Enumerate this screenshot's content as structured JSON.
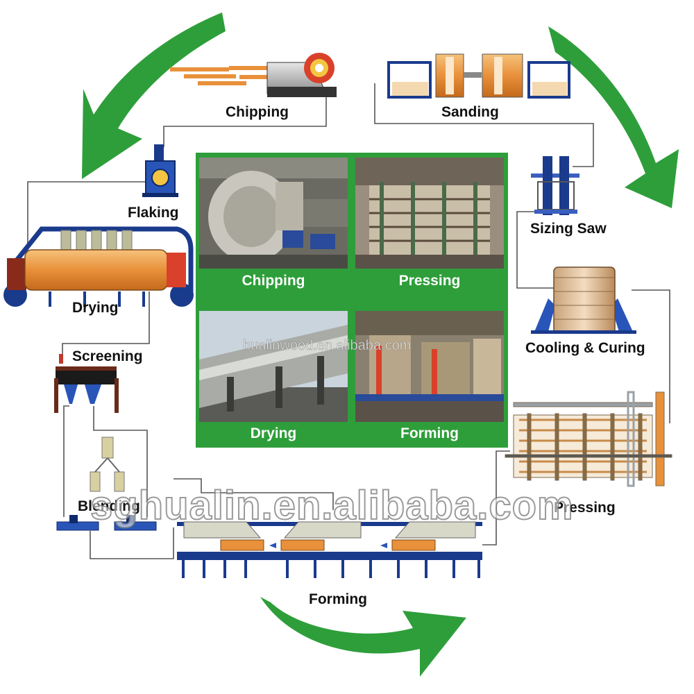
{
  "steps": {
    "chipping": "Chipping",
    "sanding": "Sanding",
    "flaking": "Flaking",
    "sizing_saw": "Sizing Saw",
    "drying": "Drying",
    "cooling_curing": "Cooling & Curing",
    "screening": "Screening",
    "blending": "Blending",
    "pressing": "Pressing",
    "forming": "Forming"
  },
  "photos": [
    {
      "caption": "Chipping"
    },
    {
      "caption": "Pressing"
    },
    {
      "caption": "Drying"
    },
    {
      "caption": "Forming"
    }
  ],
  "watermarks": {
    "large": "sghualin.en.alibaba.com",
    "small": "hualinwood.en.alibaba.com"
  },
  "colors": {
    "cycle_arrow": "#2e9e3a",
    "machine_blue": "#1a3a8c",
    "machine_orange": "#e8903a",
    "flow_line": "#555555",
    "photo_panel": "#2e9e3a"
  }
}
